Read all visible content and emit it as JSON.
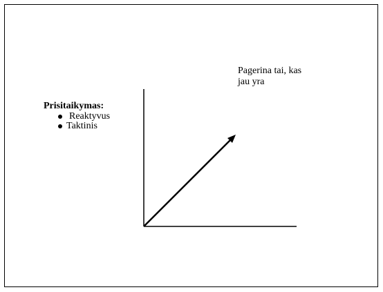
{
  "diagram": {
    "arrow_label": "Pagerina tai, kas\njau yra",
    "arrow_label_lines": [
      "Pagerina tai, kas",
      "jau yra"
    ],
    "heading": "Prisitaikymas:",
    "bullets": [
      "Reaktyvus",
      "Taktinis"
    ]
  }
}
